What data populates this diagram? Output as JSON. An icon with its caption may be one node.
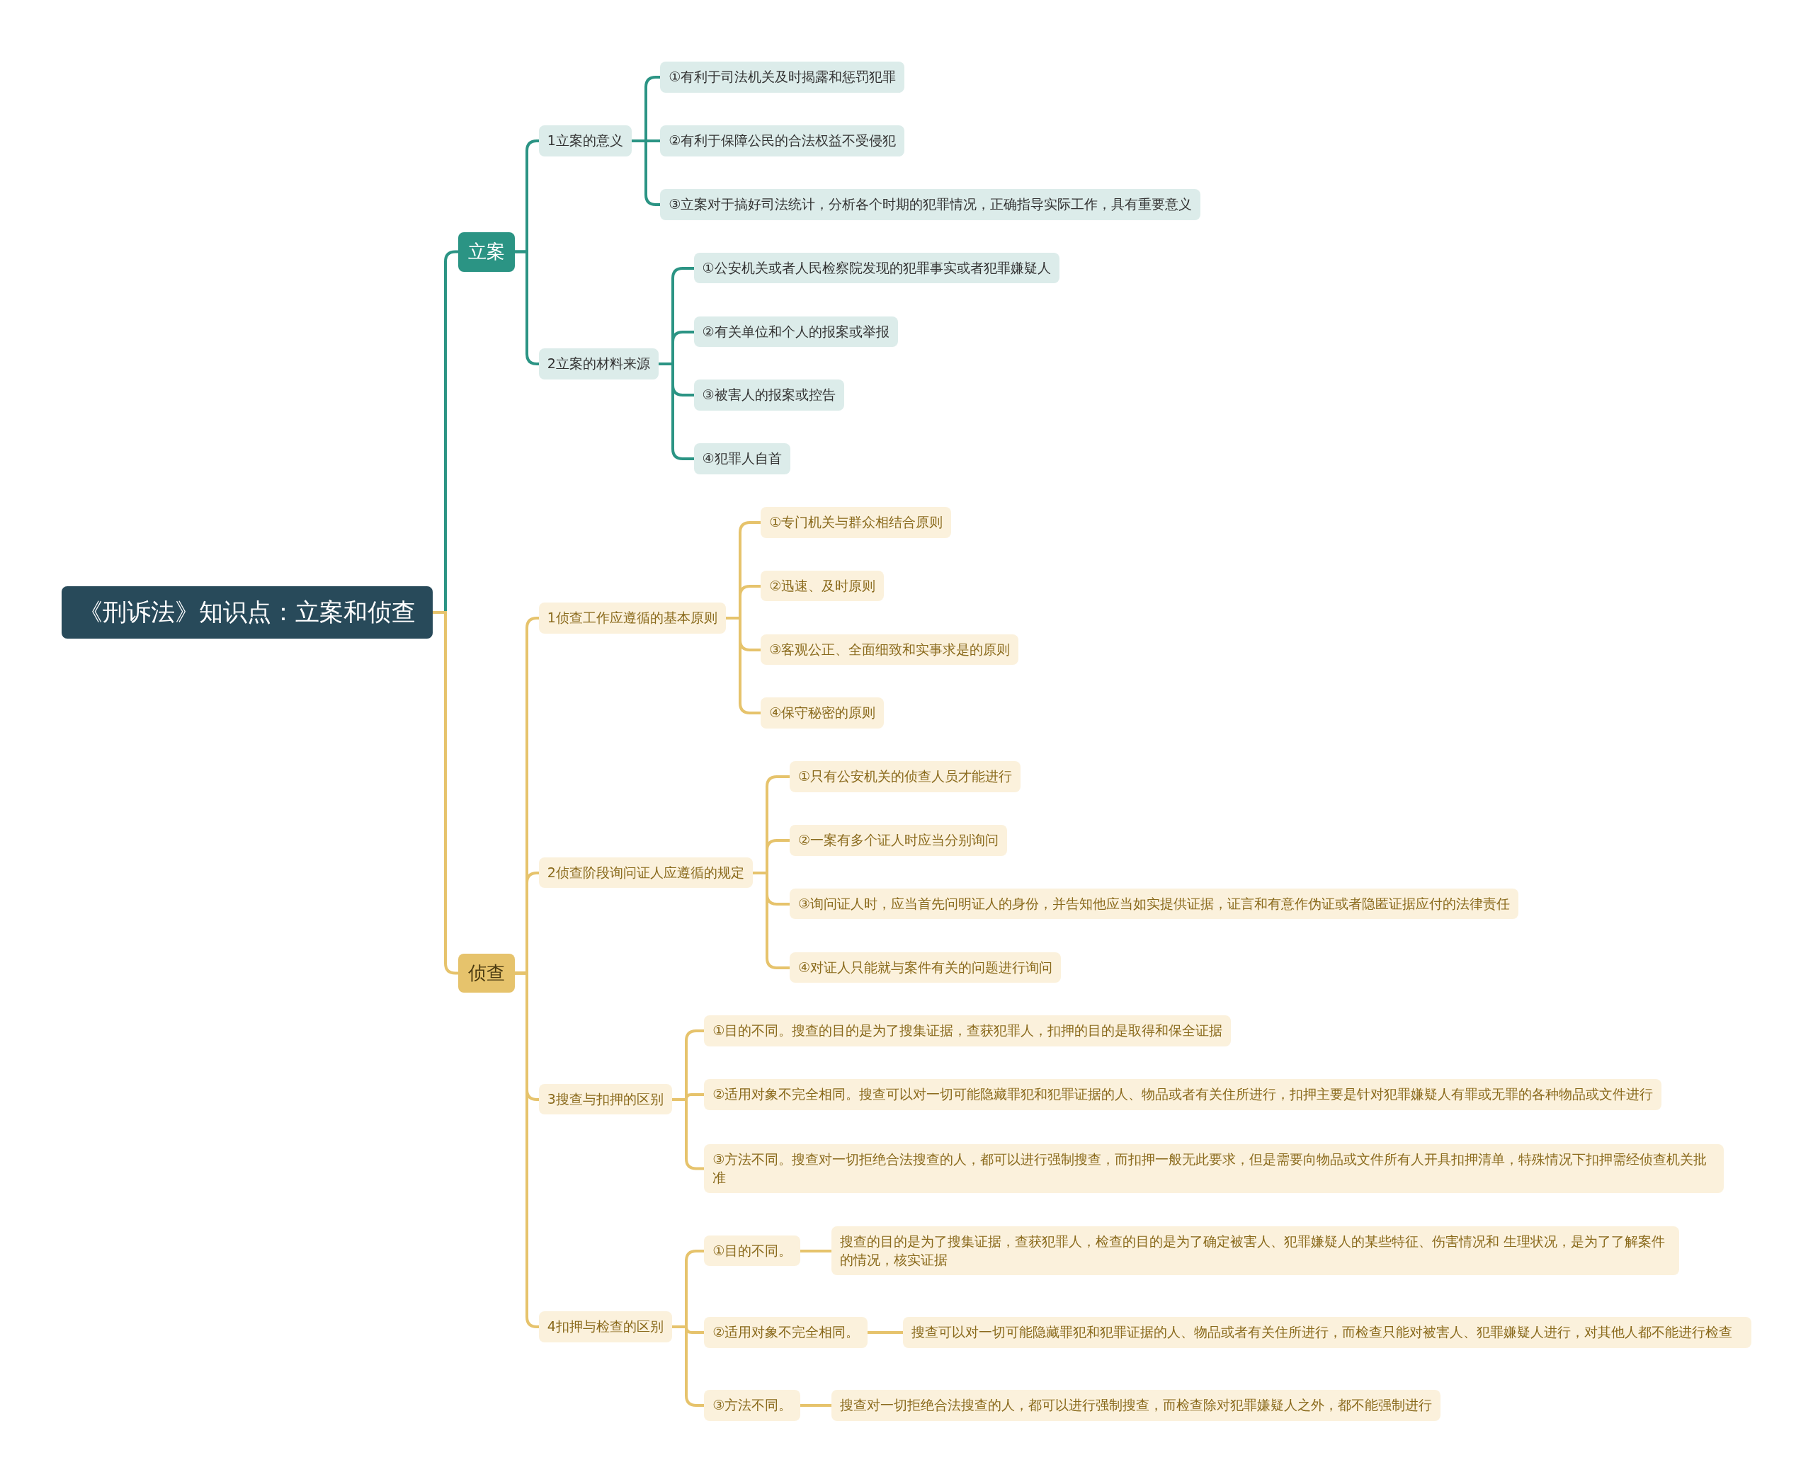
{
  "diagram": {
    "nodes": [
      {
        "text": [
          "《刑诉法》知识点：立案和侦查"
        ]
      },
      {
        "text": [
          "立案"
        ]
      },
      {
        "text": [
          "1立案的意义"
        ]
      },
      {
        "text": [
          "①有利于司法机关及时揭露和惩罚犯罪"
        ]
      },
      {
        "text": [
          "②有利于保障公民的合法权益不受侵犯"
        ]
      },
      {
        "text": [
          "③立案对于搞好司法统计，分析各个时期的犯罪情况，正确指导实际工作，具有重要意义"
        ]
      },
      {
        "text": [
          "2立案的材料来源"
        ]
      },
      {
        "text": [
          "①公安机关或者人民检察院发现的犯罪事实或者犯罪嫌疑人"
        ]
      },
      {
        "text": [
          "②有关单位和个人的报案或举报"
        ]
      },
      {
        "text": [
          "③被害人的报案或控告"
        ]
      },
      {
        "text": [
          "④犯罪人自首"
        ]
      },
      {
        "text": [
          "侦查"
        ]
      },
      {
        "text": [
          "1侦查工作应遵循的基本原则"
        ]
      },
      {
        "text": [
          "①专门机关与群众相结合原则"
        ]
      },
      {
        "text": [
          "②迅速、及时原则"
        ]
      },
      {
        "text": [
          "③客观公正、全面细致和实事求是的原则"
        ]
      },
      {
        "text": [
          "④保守秘密的原则"
        ]
      },
      {
        "text": [
          "2侦查阶段询问证人应遵循的规定"
        ]
      },
      {
        "text": [
          "①只有公安机关的侦查人员才能进行"
        ]
      },
      {
        "text": [
          "②一案有多个证人时应当分别询问"
        ]
      },
      {
        "text": [
          "③询问证人时，应当首先问明证人的身份，并告知他应当如实提供证据，证言和有意作伪证或者隐匿证据应付的法律责任"
        ]
      },
      {
        "text": [
          "④对证人只能就与案件有关的问题进行询问"
        ]
      },
      {
        "text": [
          "3搜查与扣押的区别"
        ]
      },
      {
        "text": [
          "①目的不同。搜查的目的是为了搜集证据，查获犯罪人，扣押的目的是取得和保全证据"
        ]
      },
      {
        "text": [
          "②适用对象不完全相同。搜查可以对一切可能隐藏罪犯和犯罪证据的人、物品或者有关住所进行，扣押主要是针对犯罪嫌疑人有罪或无罪的各种物品或文件进行"
        ]
      },
      {
        "text": [
          "③方法不同。搜查对一切拒绝合法搜查的人，都可以进行强制搜查，而扣押一般无此要求，但是需要向物品或文件所有人开具扣押清单，特殊情况下扣押需经侦查机关批准"
        ]
      },
      {
        "text": [
          "4扣押与检查的区别"
        ]
      },
      {
        "text": [
          "①目的不同。"
        ]
      },
      {
        "text": [
          "搜查的目的是为了搜集证据，查获犯罪人，检查的目的是为了确定被害人、犯罪嫌疑人的某些特征、伤害情况和 生理状况，是为了了解案件的情况，核实证据"
        ]
      },
      {
        "text": [
          "②适用对象不完全相同。"
        ]
      },
      {
        "text": [
          "搜查可以对一切可能隐藏罪犯和犯罪证据的人、物品或者有关住所进行，而检查只能对被害人、犯罪嫌疑人进行，对其他人都不能进行检查"
        ]
      },
      {
        "text": [
          "③方法不同。"
        ]
      },
      {
        "text": [
          "搜查对一切拒绝合法搜查的人，都可以进行强制搜查，而检查除对犯罪嫌疑人之外，都不能强制进行"
        ]
      }
    ],
    "edges": [
      {
        "from": 0,
        "to": 1,
        "arrow": "none",
        "color": "#2b9484"
      },
      {
        "from": 1,
        "to": 2,
        "arrow": "none",
        "color": "#2b9484"
      },
      {
        "from": 2,
        "to": 3,
        "arrow": "none",
        "color": "#2b9484"
      },
      {
        "from": 2,
        "to": 4,
        "arrow": "none",
        "color": "#2b9484"
      },
      {
        "from": 2,
        "to": 5,
        "arrow": "none",
        "color": "#2b9484"
      },
      {
        "from": 1,
        "to": 6,
        "arrow": "none",
        "color": "#2b9484"
      },
      {
        "from": 6,
        "to": 7,
        "arrow": "none",
        "color": "#2b9484"
      },
      {
        "from": 6,
        "to": 8,
        "arrow": "none",
        "color": "#2b9484"
      },
      {
        "from": 6,
        "to": 9,
        "arrow": "none",
        "color": "#2b9484"
      },
      {
        "from": 6,
        "to": 10,
        "arrow": "none",
        "color": "#2b9484"
      },
      {
        "from": 0,
        "to": 11,
        "arrow": "none"
      },
      {
        "from": 11,
        "to": 12,
        "arrow": "none"
      },
      {
        "from": 12,
        "to": 13,
        "arrow": "none"
      },
      {
        "from": 12,
        "to": 14,
        "arrow": "none"
      },
      {
        "from": 12,
        "to": 15,
        "arrow": "none"
      },
      {
        "from": 12,
        "to": 16,
        "arrow": "none"
      },
      {
        "from": 11,
        "to": 17,
        "arrow": "none"
      },
      {
        "from": 17,
        "to": 18,
        "arrow": "none"
      },
      {
        "from": 17,
        "to": 19,
        "arrow": "none"
      },
      {
        "from": 17,
        "to": 20,
        "arrow": "none"
      },
      {
        "from": 17,
        "to": 21,
        "arrow": "none"
      },
      {
        "from": 11,
        "to": 22,
        "arrow": "none"
      },
      {
        "from": 22,
        "to": 23,
        "arrow": "none"
      },
      {
        "from": 22,
        "to": 24,
        "arrow": "none"
      },
      {
        "from": 22,
        "to": 25,
        "arrow": "none"
      },
      {
        "from": 11,
        "to": 26,
        "arrow": "none"
      },
      {
        "from": 26,
        "to": 27,
        "arrow": "none"
      },
      {
        "from": 26,
        "to": 29,
        "arrow": "none"
      },
      {
        "from": 26,
        "to": 31,
        "arrow": "none"
      },
      {
        "from": 27,
        "to": 28,
        "arrow": "none"
      },
      {
        "from": 29,
        "to": 30,
        "arrow": "none"
      },
      {
        "from": 31,
        "to": 32,
        "arrow": "none"
      }
    ]
  }
}
